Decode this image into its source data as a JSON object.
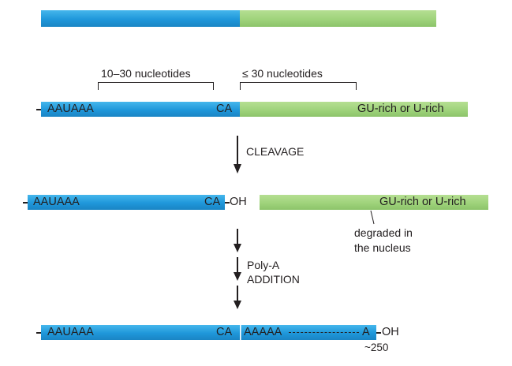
{
  "colors": {
    "rna_blue": "#1f97da",
    "downstream_green": "#9fd37b",
    "ink": "#231f20"
  },
  "step2": {
    "bracket_upstream": "10–30 nucleotides",
    "bracket_downstream": "≤ 30 nucleotides",
    "signal": "AAUAAA",
    "cleavage_site": "CA",
    "downstream_element": "GU-rich or U-rich"
  },
  "step3": {
    "label": "CLEAVAGE",
    "signal": "AAUAAA",
    "cleavage_site": "CA",
    "hydroxyl": "OH",
    "downstream_element": "GU-rich or U-rich",
    "fate_line1": "degraded in",
    "fate_line2": "the nucleus"
  },
  "step4": {
    "label_line1": "Poly-A",
    "label_line2": "ADDITION",
    "signal": "AAUAAA",
    "cleavage_site": "CA",
    "poly_a_start": "AAAAA",
    "poly_a_end": "A",
    "hydroxyl": "OH",
    "tail_length": "~250"
  }
}
